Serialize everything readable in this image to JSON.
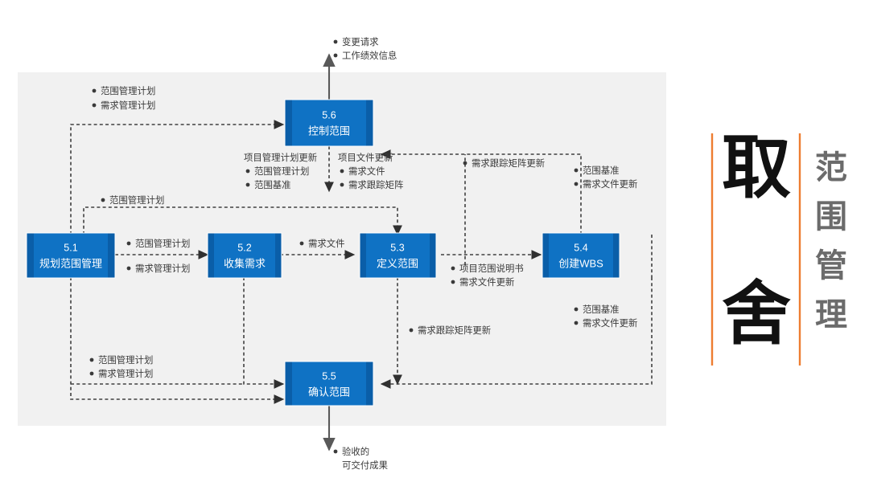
{
  "diagram": {
    "title": "范围管理",
    "panel_color": "#f1f1f1",
    "node_color": "#0f72c4",
    "accent_color": "#ED7D31",
    "nodes": [
      {
        "id": "5.1",
        "num": "5.1",
        "name": "规划范围管理"
      },
      {
        "id": "5.2",
        "num": "5.2",
        "name": "收集需求"
      },
      {
        "id": "5.3",
        "num": "5.3",
        "name": "定义范围"
      },
      {
        "id": "5.4",
        "num": "5.4",
        "name": "创建WBS"
      },
      {
        "id": "5.5",
        "num": "5.5",
        "name": "确认范围"
      },
      {
        "id": "5.6",
        "num": "5.6",
        "name": "控制范围"
      }
    ],
    "labels": {
      "top_output_1": "变更请求",
      "top_output_2": "工作绩效信息",
      "topleft_1": "范围管理计划",
      "topleft_2": "需求管理计划",
      "mid_head_left": "项目管理计划更新",
      "mid_left_1": "范围管理计划",
      "mid_left_2": "范围基准",
      "mid_head_right": "项目文件更新",
      "mid_right_1": "需求文件",
      "mid_right_2": "需求跟踪矩阵",
      "upper_right_1": "需求跟踪矩阵更新",
      "upper_far_right_1": "范围基准",
      "upper_far_right_2": "需求文件更新",
      "left_mid_1": "范围管理计划",
      "flow_5_1_to_5_2_a": "范围管理计划",
      "flow_5_1_to_5_2_b": "需求管理计划",
      "flow_5_2_to_5_3": "需求文件",
      "flow_5_3_to_5_4_a": "项目范围说明书",
      "flow_5_3_to_5_4_b": "需求文件更新",
      "lower_right_1": "范围基准",
      "lower_right_2": "需求文件更新",
      "lower_mid_1": "需求跟踪矩阵更新",
      "lower_left_1": "范围管理计划",
      "lower_left_2": "需求管理计划",
      "bottom_output_1": "验收的",
      "bottom_output_2": "可交付成果"
    },
    "brand": {
      "big_1": "取",
      "big_2": "舍",
      "sub_1": "范",
      "sub_2": "围",
      "sub_3": "管",
      "sub_4": "理"
    }
  }
}
